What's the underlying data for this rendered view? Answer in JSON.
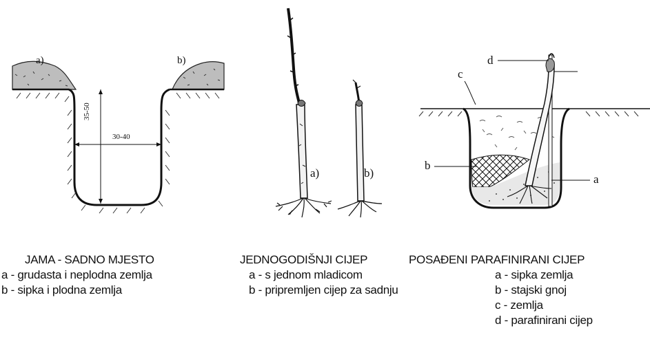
{
  "panel_pit": {
    "label_a": "a)",
    "label_b": "b)",
    "depth_label": "35-50",
    "width_label": "30-40",
    "title": "JAMA - SADNO MJESTO",
    "legend": [
      "a - grudasta i neplodna zemlja",
      "b - sipka i plodna zemlja"
    ]
  },
  "panel_cutting": {
    "label_a": "a)",
    "label_b": "b)",
    "title": "JEDNOGODIŠNJI CIJEP",
    "legend": [
      "a - s jednom mladicom",
      "b - pripremljen cijep za sadnju"
    ]
  },
  "panel_planted": {
    "label_a": "a",
    "label_b": "b",
    "label_c": "c",
    "label_d": "d",
    "title": "POSAĐENI PARAFINIRANI CIJEP",
    "legend": [
      "a - sipka zemlja",
      "b - stajski gnoj",
      "c - zemlja",
      "d - parafinirani cijep"
    ]
  }
}
